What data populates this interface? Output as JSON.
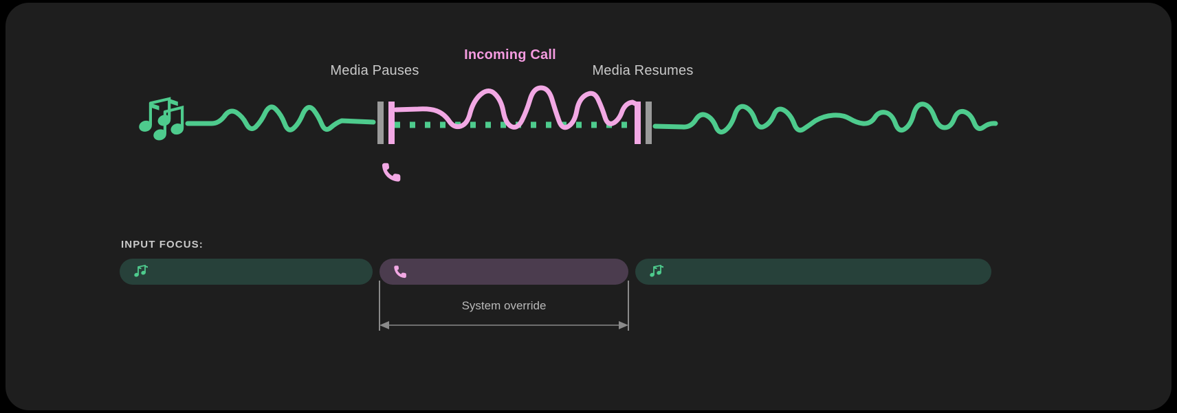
{
  "panel": {
    "background_color": "#1e1e1e",
    "page_background_color": "#000000"
  },
  "colors": {
    "media_green": "#4ecb8d",
    "call_pink": "#f2a8e4",
    "call_label_pink": "#f49be0",
    "pause_bar_gray": "#9a9a9a",
    "text_gray": "#c9c9c9",
    "media_chip_bg": "#27413a",
    "call_chip_bg": "#4b3c4e",
    "arrow_gray": "#8a8a8a"
  },
  "timeline": {
    "labels": {
      "media_pauses": "Media Pauses",
      "incoming_call": "Incoming Call",
      "media_resumes": "Media Resumes"
    },
    "icons": {
      "music": "music-notes-icon",
      "phone": "phone-icon"
    }
  },
  "input_focus": {
    "title": "INPUT FOCUS:",
    "segments": [
      {
        "name": "media-left",
        "icon": "music-notes-icon",
        "state": "media"
      },
      {
        "name": "call",
        "icon": "phone-icon",
        "state": "call"
      },
      {
        "name": "media-right",
        "icon": "music-notes-icon",
        "state": "media"
      }
    ],
    "override_label": "System override"
  },
  "chart_data": {
    "type": "line",
    "title": "",
    "xlabel": "",
    "ylabel": "",
    "annotations": [
      "Media Pauses",
      "Incoming Call",
      "Media Resumes",
      "System override"
    ],
    "series": [
      {
        "name": "Media audio (before pause)",
        "color": "#4ecb8d",
        "x_range": [
          265,
          540
        ],
        "state": "playing"
      },
      {
        "name": "Media audio (paused)",
        "color": "#4ecb8d",
        "x_range": [
          560,
          918
        ],
        "state": "paused-dotted"
      },
      {
        "name": "Call audio",
        "color": "#f2a8e4",
        "x_range": [
          560,
          918
        ],
        "state": "active"
      },
      {
        "name": "Media audio (after resume)",
        "color": "#4ecb8d",
        "x_range": [
          945,
          1440
        ],
        "state": "playing"
      }
    ]
  }
}
